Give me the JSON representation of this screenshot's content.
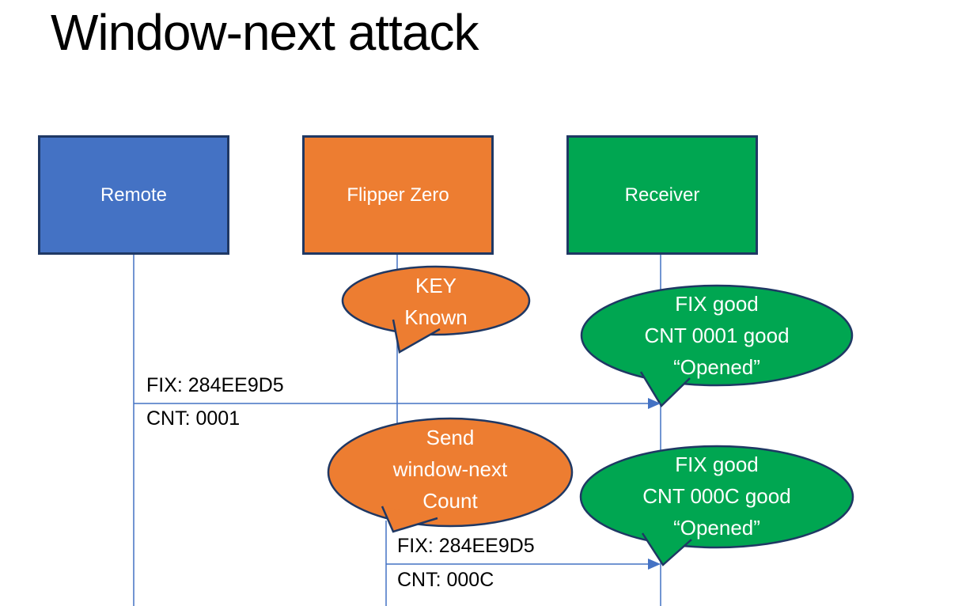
{
  "title": "Window-next attack",
  "palette": {
    "blue": "#4472C4",
    "orange": "#ED7D31",
    "green": "#00A651",
    "navy": "#1F3864",
    "line": "#4472C4",
    "text_light": "#FFFFFF",
    "text_dark": "#000000"
  },
  "actors": [
    {
      "label": "Remote"
    },
    {
      "label": "Flipper Zero"
    },
    {
      "label": "Receiver"
    }
  ],
  "callouts": [
    {
      "lines": [
        "KEY",
        "Known"
      ]
    },
    {
      "lines": [
        "FIX good",
        "CNT 0001 good",
        "“Opened”"
      ]
    },
    {
      "lines": [
        "Send",
        "window-next",
        "Count"
      ]
    },
    {
      "lines": [
        "FIX good",
        "CNT 000C good",
        "“Opened”"
      ]
    }
  ],
  "messages": [
    {
      "above": "FIX: 284EE9D5",
      "below": "CNT: 0001"
    },
    {
      "above": "FIX: 284EE9D5",
      "below": "CNT: 000C"
    }
  ]
}
